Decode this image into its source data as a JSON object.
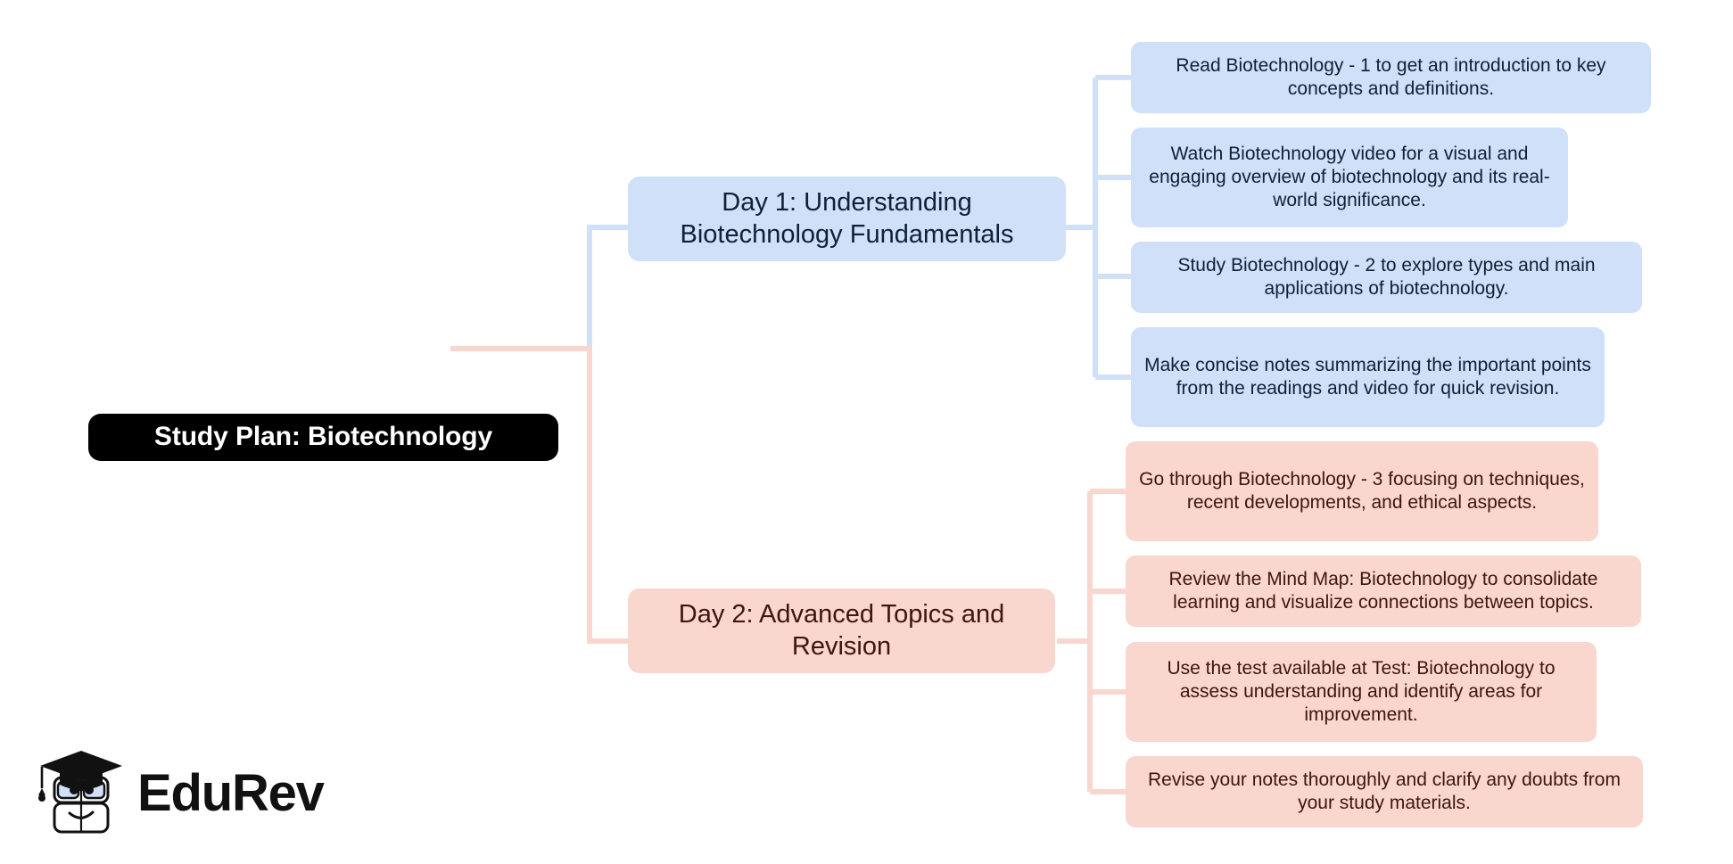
{
  "diagram": {
    "type": "mind-map",
    "title": "Study Plan: Biotechnology",
    "root": {
      "label": "Study Plan: Biotechnology",
      "fill": "#000000",
      "text_color": "#ffffff"
    },
    "branches": [
      {
        "id": "day-1",
        "label": "Day 1: Understanding Biotechnology Fundamentals",
        "fill": "#cfe0f8",
        "text_color": "#0d2137",
        "connector_color": "#cfe0f8",
        "children": [
          {
            "label": "Read Biotechnology - 1 to get an introduction to key concepts and definitions."
          },
          {
            "label": "Watch Biotechnology video for a visual and engaging overview of biotechnology and its real-world significance."
          },
          {
            "label": "Study Biotechnology - 2 to explore types and main applications of biotechnology."
          },
          {
            "label": "Make concise notes summarizing the important points from the readings and video for quick revision."
          }
        ]
      },
      {
        "id": "day-2",
        "label": "Day 2: Advanced Topics and Revision",
        "fill": "#f9d6ce",
        "text_color": "#3d1512",
        "connector_color": "#f9d6ce",
        "children": [
          {
            "label": "Go through Biotechnology - 3 focusing on techniques, recent developments, and ethical aspects."
          },
          {
            "label": "Review the Mind Map: Biotechnology to consolidate learning and visualize connections between topics."
          },
          {
            "label": "Use the test available at Test: Biotechnology to assess understanding and identify areas for improvement."
          },
          {
            "label": "Revise your notes thoroughly and clarify any doubts from your study materials."
          }
        ]
      }
    ]
  },
  "branding": {
    "logo_wordmark": "EduRev",
    "logo_icon_name": "edurev-graduate-book-mascot-icon",
    "logo_accent": "#cfe0f8"
  }
}
